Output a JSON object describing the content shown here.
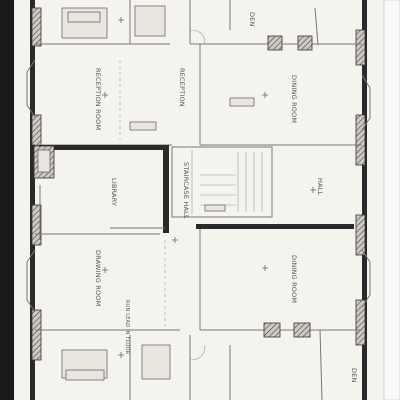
{
  "diagram": {
    "kind": "architectural floor plan (drawing, rotated)",
    "labels": {
      "top_right": "DEN",
      "right_upper_room": "DINING ROOM",
      "left_upper_room": "RECEPTION ROOM",
      "center_upper": "RECEPTION",
      "staircase_hall": "STAIRCASE HALL",
      "library": "LIBRARY",
      "hall": "HALL",
      "right_lower_room": "DINING ROOM",
      "left_lower_room": "DRAWING ROOM",
      "lower_note": "RUN LEAD IN FLOOR",
      "bottom_right": "DEN"
    }
  }
}
